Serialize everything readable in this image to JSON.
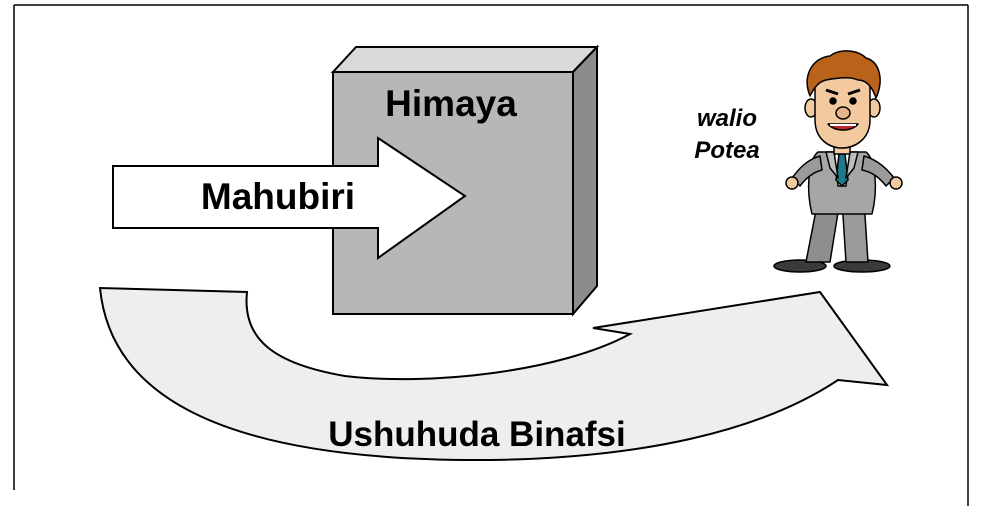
{
  "labels": {
    "wall": "Himaya",
    "preaching": "Mahubiri",
    "testimony": "Ushuhuda Binafsi",
    "lost_line1": "walio",
    "lost_line2": "Potea"
  },
  "colors": {
    "wall_front": "#b7b7b7",
    "wall_top": "#d9d9d9",
    "wall_side": "#8c8c8c",
    "preaching_arrow_fill": "#ffffff",
    "testimony_arrow_fill": "#eeeeee",
    "outline": "#000000",
    "suit": "#9a9a9a",
    "hair": "#b8621b",
    "skin": "#f3c9a0",
    "tie": "#1e7a8a"
  },
  "icons": {
    "person": "lost-person-cartoon"
  }
}
